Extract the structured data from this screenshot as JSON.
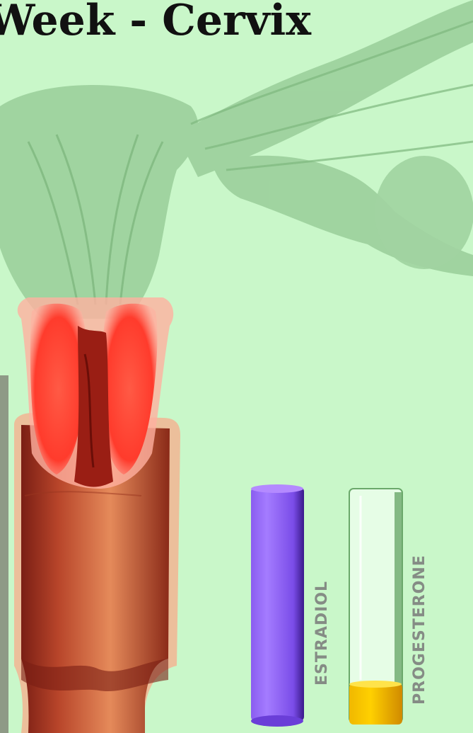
{
  "title": "Week - Cervix",
  "hormones": {
    "estradiol": {
      "label": "ESTRADIOL",
      "level": 1.0,
      "color": "#9966ff"
    },
    "progesterone": {
      "label": "PROGESTERONE",
      "level": 0.17,
      "color": "#ffcc00"
    }
  },
  "colors": {
    "background": "#c9f7c9",
    "organ_overlay": "#a3d6a3",
    "cervix_red": "#ff4b3b",
    "vagina_brown": "#b8452a"
  }
}
